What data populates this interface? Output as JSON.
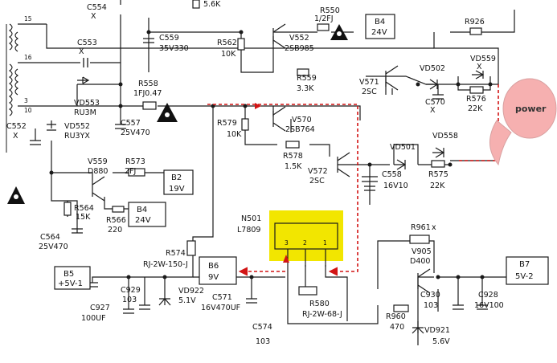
{
  "labels": {
    "c554": "C554",
    "x_c554": "X",
    "r_5k6": "5.6K",
    "r550": "R550",
    "r550_val": "1/2FJ",
    "b4_top": "B4",
    "b4_top_v": "24V",
    "r926": "R926",
    "pin15": "15",
    "pin16": "16",
    "pin3": "3",
    "pin10": "10",
    "c553": "C553",
    "x_c553": "X",
    "c559": "C559",
    "c559_val": "35V330",
    "r562": "R562",
    "r562_val": "10K",
    "v552": "V552",
    "v552_type": "2SB985",
    "vd502": "VD502",
    "vd559": "VD559",
    "x_vd559": "X",
    "r559": "R559",
    "r559_val": "3.3K",
    "v571": "V571",
    "v571_type": "2SC",
    "c570": "C570",
    "x_c570": "X",
    "r576": "R576",
    "r576_val": "22K",
    "vd553": "VD553",
    "vd553_type": "RU3M",
    "r558": "R558",
    "r558_val": "1FJ0.47",
    "c557": "C557",
    "c557_val": "25V470",
    "c552": "C552",
    "x_c552": "X",
    "vd552": "VD552",
    "vd552_type": "RU3YX",
    "r579": "R579",
    "r579_val": "10K",
    "v570": "V570",
    "v570_type": "2SB764",
    "r578": "R578",
    "r578_val": "1.5K",
    "vd501": "VD501",
    "vd558": "VD558",
    "v572": "V572",
    "v572_type": "2SC",
    "c558": "C558",
    "c558_val": "16V10",
    "r575": "R575",
    "r575_val": "22K",
    "v559": "V559",
    "v559_type": "D880",
    "r573": "R573",
    "r573_val": "2FJ",
    "b2": "B2",
    "b2_v": "19V",
    "r564": "R564",
    "r564_val": "15K",
    "b4_mid": "B4",
    "b4_mid_v": "24V",
    "r566": "R566",
    "r566_val": "220",
    "c564": "C564",
    "c564_val": "25V470",
    "n501": "N501",
    "n501_type": "L7809",
    "ic_pin3": "3",
    "ic_pin2": "2",
    "ic_pin1": "1",
    "r961": "R961",
    "r961_x": "x",
    "v905": "V905",
    "v905_type": "D400",
    "b7": "B7",
    "b7_v": "5V-2",
    "r574": "R574",
    "r574_val": "RJ-2W-150-J",
    "b5": "B5",
    "b5_v": "+5V-1",
    "b6": "B6",
    "b6_v": "9V",
    "c929": "C929",
    "c929_val": "103",
    "vd922": "VD922",
    "vd922_val": "5.1V",
    "c571": "C571",
    "c571_val": "16V470UF",
    "r580": "R580",
    "r580_val": "RJ-2W-68-J",
    "c930": "C930",
    "c930_val": "103",
    "c928": "C928",
    "c928_val": "16V100",
    "r960": "R960",
    "r960_val": "470",
    "vd921": "VD921",
    "vd921_val": "5.6V",
    "c927": "C927",
    "c927_val": "100UF",
    "c574": "C574",
    "c574_val": "103"
  },
  "callout": {
    "text": "power"
  },
  "colors": {
    "wire": "#1a1a1a",
    "highlight": "#f2e600",
    "dashed_path": "#d21414",
    "callout_fill": "#f6b0b0",
    "callout_stroke": "#d8a0a0",
    "triangle": "#111111"
  }
}
